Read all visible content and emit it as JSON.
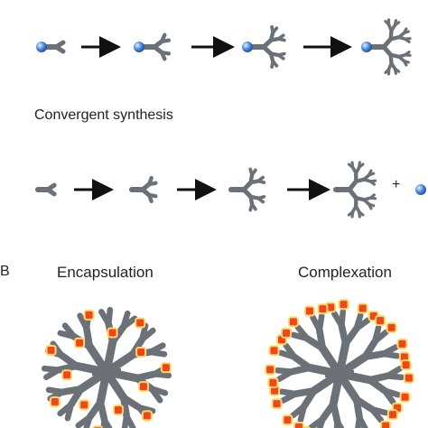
{
  "labels": {
    "convergent": "Convergent synthesis",
    "panel_b": "B",
    "encapsulation": "Encapsulation",
    "complexation": "Complexation",
    "plus": "+"
  },
  "colors": {
    "branch": "#6b7177",
    "arrow": "#111111",
    "core_ball": "#4a86d8",
    "guest_fill": "#f0461e",
    "guest_stroke": "#fbd96a"
  },
  "rows": {
    "divergent": {
      "generations": [
        1,
        2,
        3,
        4
      ],
      "core_ball": true
    },
    "convergent": {
      "generations": [
        1,
        2,
        3,
        4
      ],
      "trailing_core": true
    }
  },
  "panels": {
    "encapsulation": {
      "guest_location": "interior"
    },
    "complexation": {
      "guest_location": "periphery"
    }
  }
}
